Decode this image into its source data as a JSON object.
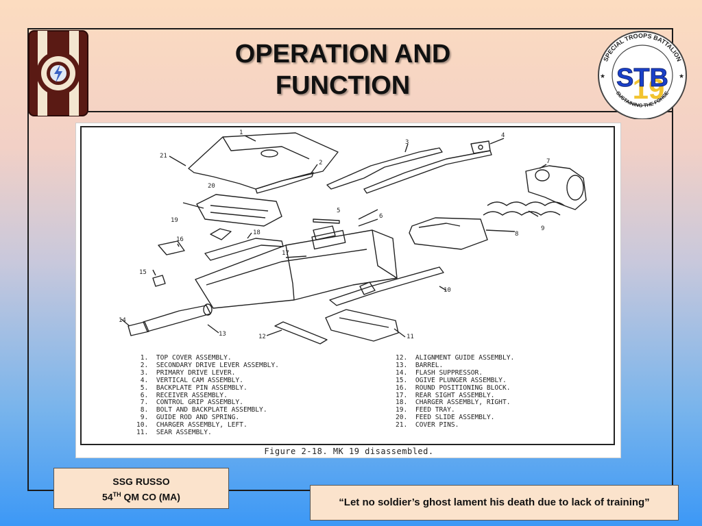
{
  "title": {
    "line1": "OPERATION AND",
    "line2": "FUNCTION"
  },
  "right_logo": {
    "ring_text": "SPECIAL TROOPS BATTALION",
    "center_text": "STB",
    "number": "19",
    "motto": "SUSTAINING THE FORCE"
  },
  "figure": {
    "caption": "Figure 2-18.  MK 19 disassembled.",
    "callouts": [
      "1",
      "2",
      "3",
      "4",
      "5",
      "6",
      "7",
      "8",
      "9",
      "10",
      "11",
      "12",
      "13",
      "14",
      "15",
      "16",
      "17",
      "18",
      "19",
      "20",
      "21"
    ],
    "parts_left": [
      " 1.  TOP COVER ASSEMBLY.",
      " 2.  SECONDARY DRIVE LEVER ASSEMBLY.",
      " 3.  PRIMARY DRIVE LEVER.",
      " 4.  VERTICAL CAM ASSEMBLY.",
      " 5.  BACKPLATE PIN ASSEMBLY.",
      " 6.  RECEIVER ASSEMBLY.",
      " 7.  CONTROL GRIP ASSEMBLY.",
      " 8.  BOLT AND BACKPLATE ASSEMBLY.",
      " 9.  GUIDE ROD AND SPRING.",
      "10.  CHARGER ASSEMBLY, LEFT.",
      "11.  SEAR ASSEMBLY."
    ],
    "parts_right": [
      "12.  ALIGNMENT GUIDE ASSEMBLY.",
      "13.  BARREL.",
      "14.  FLASH SUPPRESSOR.",
      "15.  OGIVE PLUNGER ASSEMBLY.",
      "16.  ROUND POSITIONING BLOCK.",
      "17.  REAR SIGHT ASSEMBLY.",
      "18.  CHARGER ASSEMBLY, RIGHT.",
      "19.  FEED TRAY.",
      "20.  FEED SLIDE ASSEMBLY.",
      "21.  COVER PINS."
    ]
  },
  "presenter": {
    "name": "SSG RUSSO",
    "unit_num": "54",
    "unit_sup": "TH",
    "unit_rest": " QM CO (MA)"
  },
  "quote": "“Let no soldier’s ghost  lament his death due to lack of training”"
}
